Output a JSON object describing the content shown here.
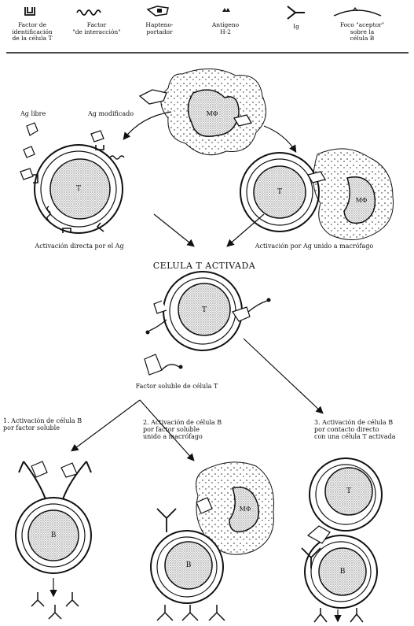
{
  "legend": {
    "items": [
      {
        "icon": "t-cell-id-factor-icon",
        "label": "Factor de\nidentificación\nde la célula T"
      },
      {
        "icon": "interaction-factor-icon",
        "label": "Factor\n\"de interacción\""
      },
      {
        "icon": "hapten-carrier-icon",
        "label": "Hapteno-\nportador"
      },
      {
        "icon": "h2-antigen-icon",
        "label": "Antígeno\nH-2"
      },
      {
        "icon": "ig-icon",
        "label": "Ig"
      },
      {
        "icon": "acceptor-icon",
        "label": "Foco \"aceptor\"\nsobre la\ncélula B"
      }
    ]
  },
  "labels": {
    "ag_libre": "Ag libre",
    "ag_modificado": "Ag modificado",
    "direct_activation": "Activación directa por el Ag",
    "macrophage_activation": "Activación por Ag unido a macrófago",
    "activated_t_cell": "CELULA T ACTIVADA",
    "soluble_factor": "Factor soluble de célula T",
    "b_activation_1": "1. Activación de célula B\npor factor soluble",
    "b_activation_2": "2. Activación de célula B\npor factor soluble\nunido a macrófago",
    "b_activation_3": "3. Activación de célula B\npor contacto directo\ncon una célula T activada"
  },
  "cell_letters": {
    "t": "T",
    "b": "B",
    "macrophage": "MΦ"
  }
}
